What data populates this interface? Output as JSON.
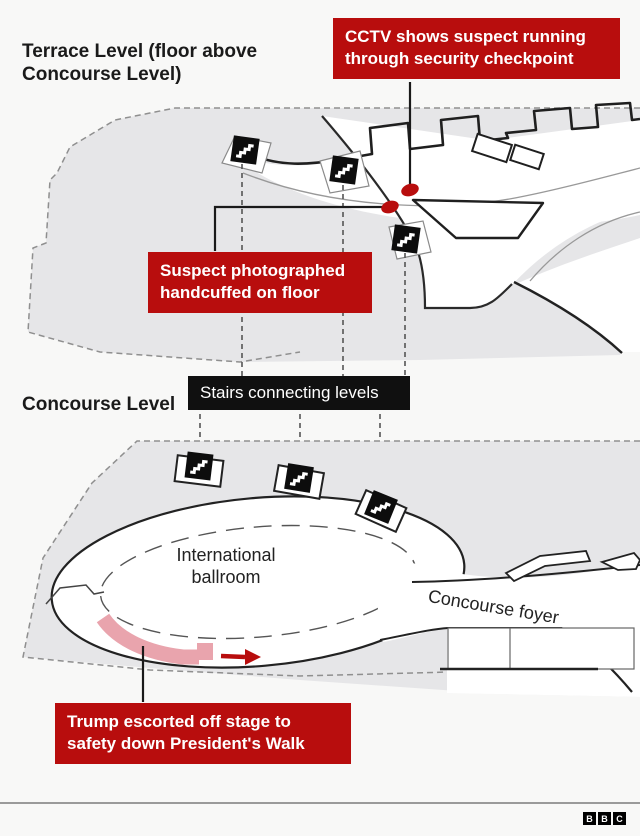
{
  "titles": {
    "terrace_lines": [
      "Terrace Level (floor above",
      "Concourse Level)"
    ],
    "concourse": "Concourse Level"
  },
  "callouts": {
    "cctv": {
      "lines": [
        "CCTV shows suspect running",
        "through security checkpoint"
      ]
    },
    "suspect": {
      "lines": [
        "Suspect photographed",
        "handcuffed on floor"
      ]
    },
    "stairs": {
      "label": "Stairs connecting levels"
    },
    "trump": {
      "lines": [
        "Trump escorted off stage to",
        "safety down President's Walk"
      ]
    }
  },
  "map_labels": {
    "ballroom_lines": [
      "International",
      "ballroom"
    ],
    "foyer": "Concourse foyer"
  },
  "markers": {
    "checkpoint_dot": "suspect running through checkpoint",
    "floor_dot": "suspect handcuffed on floor",
    "stairs_icons_count": 6
  },
  "colors": {
    "callout_red": "#b80d0d",
    "walk_pink": "#e9a4ad",
    "map_gray": "#e6e6e8",
    "ink": "#1a1a1a"
  },
  "footer": {
    "logo": [
      "B",
      "B",
      "C"
    ]
  }
}
